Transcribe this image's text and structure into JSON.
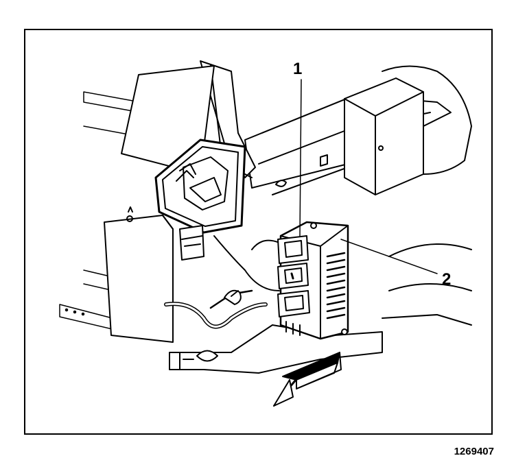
{
  "figure": {
    "callouts": [
      {
        "id": "1",
        "label": "1"
      },
      {
        "id": "2",
        "label": "2"
      }
    ],
    "figure_number": "1269407"
  },
  "colors": {
    "ink": "#000000",
    "paper": "#ffffff"
  }
}
